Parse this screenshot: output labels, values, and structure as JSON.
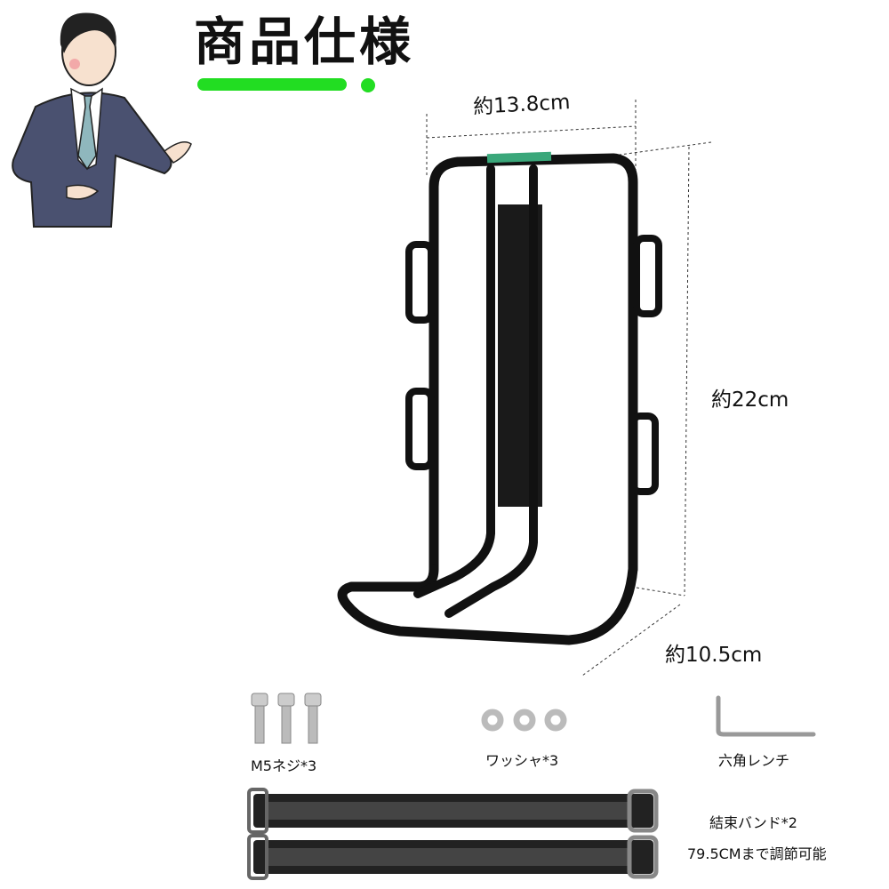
{
  "header": {
    "title": "商品仕様",
    "accent_color": "#22dd22"
  },
  "dimensions": {
    "width": "約13.8cm",
    "height": "約22cm",
    "depth": "約10.5cm"
  },
  "accessories": [
    {
      "label": "M5ネジ*3",
      "icon": "screw-icon"
    },
    {
      "label": "ワッシャ*3",
      "icon": "washer-icon"
    },
    {
      "label": "六角レンチ",
      "icon": "hex-wrench-icon"
    }
  ],
  "strap": {
    "label": "結束バンド*2",
    "note": "79.5CMまで調節可能"
  }
}
